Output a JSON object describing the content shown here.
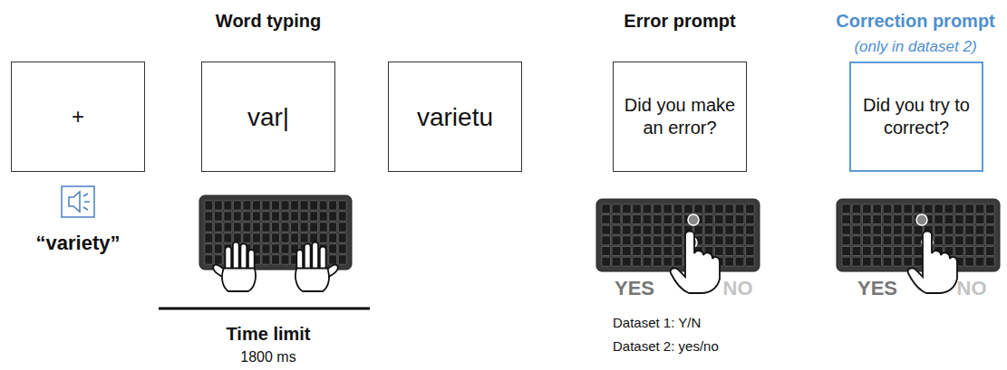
{
  "diagram": {
    "nodes": [
      {
        "text": [
          "+"
        ]
      },
      {
        "text": [
          "var|"
        ]
      },
      {
        "text": [
          "varietu"
        ]
      },
      {
        "text": [
          "Did you make an error?"
        ]
      },
      {
        "text": [
          "Did you try to correct?"
        ]
      }
    ],
    "labels": [
      "Word typing",
      "Error prompt",
      "Correction prompt",
      "(only in dataset 2)",
      "“variety”",
      "Time limit",
      "1800 ms",
      "YES",
      "NO",
      "Dataset 1: Y/N",
      "Dataset 2: yes/no",
      "YES",
      "NO"
    ]
  }
}
